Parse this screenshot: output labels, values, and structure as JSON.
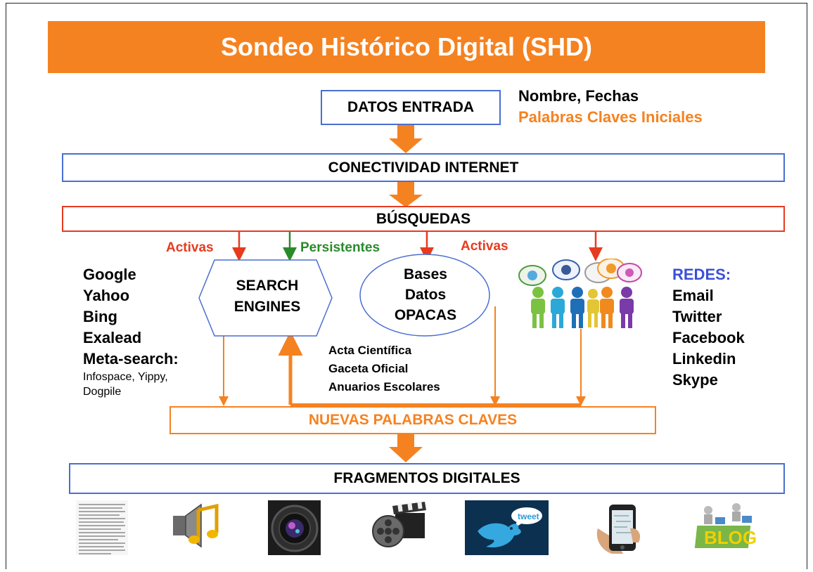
{
  "title": "Sondeo Histórico Digital (SHD)",
  "input_box": "DATOS ENTRADA",
  "input_notes": {
    "line1": "Nombre, Fechas",
    "line2": "Palabras Claves Iniciales"
  },
  "connectivity": "CONECTIVIDAD INTERNET",
  "searches": "BÚSQUEDAS",
  "labels": {
    "active_left": "Activas",
    "persistent": "Persistentes",
    "active_right": "Activas"
  },
  "engines_box": [
    "SEARCH",
    "ENGINES"
  ],
  "engines_list": [
    "Google",
    "Yahoo",
    "Bing",
    "Exalead",
    "Meta-search:"
  ],
  "engines_sub": [
    "Infospace, Yippy,",
    "Dogpile"
  ],
  "opaque_box": [
    "Bases",
    "Datos",
    "OPACAS"
  ],
  "opaque_list": [
    "Acta Científica",
    "Gaceta Oficial",
    "Anuarios Escolares"
  ],
  "networks_title": "REDES:",
  "networks_list": [
    "Email",
    "Twitter",
    "Facebook",
    "Linkedin",
    "Skype"
  ],
  "new_keywords": "NUEVAS PALABRAS CLAVES",
  "fragments": "FRAGMENTOS DIGITALES",
  "tweet_label": "tweet",
  "blog_label": "BLOG",
  "colors": {
    "orange": "#f58220",
    "red": "#e63b1f",
    "green": "#2a8a2a",
    "blue": "#3b4fd8",
    "box_border": "#4a6fd0"
  },
  "icons": [
    "document-scan-icon",
    "music-speaker-icon",
    "camera-lens-icon",
    "film-reel-icon",
    "twitter-bird-icon",
    "smartphone-icon",
    "blog-icon"
  ]
}
